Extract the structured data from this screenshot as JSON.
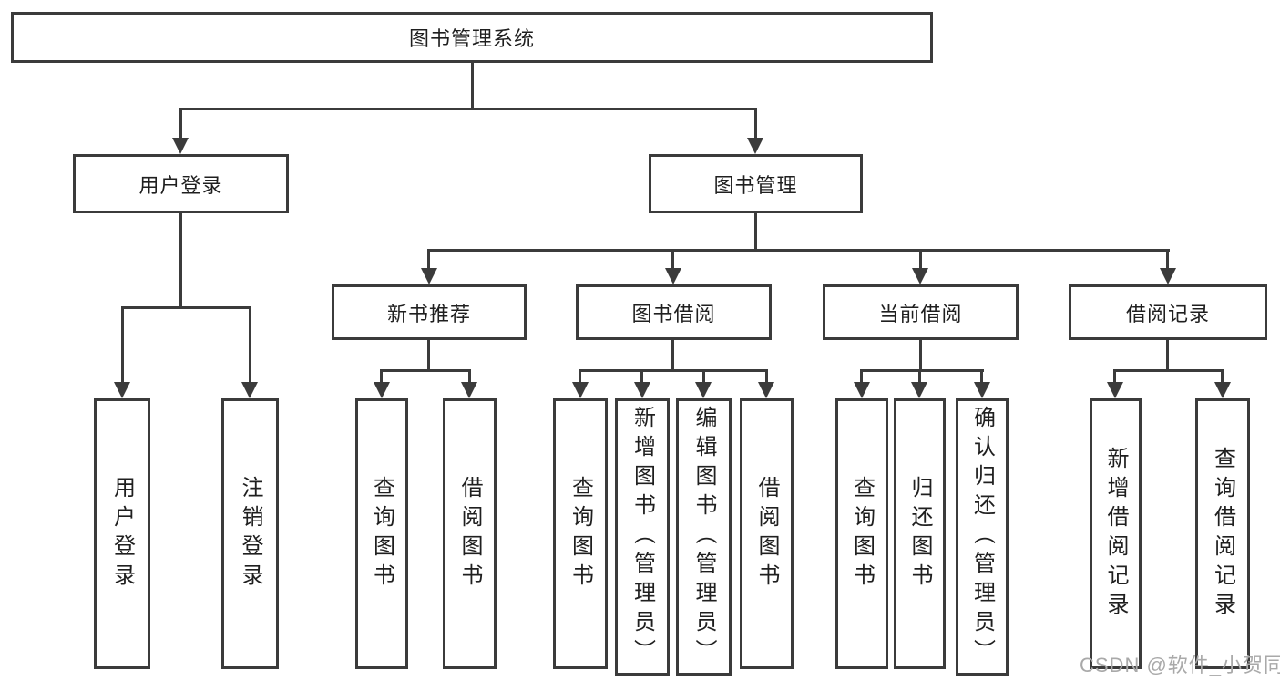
{
  "tree": {
    "root": {
      "label": "图书管理系统"
    },
    "branches": [
      {
        "label": "用户登录",
        "children": [
          {
            "label": "用户登录"
          },
          {
            "label": "注销登录"
          }
        ]
      },
      {
        "label": "图书管理",
        "children": [
          {
            "label": "新书推荐",
            "children": [
              {
                "label": "查询图书"
              },
              {
                "label": "借阅图书"
              }
            ]
          },
          {
            "label": "图书借阅",
            "children": [
              {
                "label": "查询图书"
              },
              {
                "label": "新增图书（管理员）"
              },
              {
                "label": "编辑图书（管理员）"
              },
              {
                "label": "借阅图书"
              }
            ]
          },
          {
            "label": "当前借阅",
            "children": [
              {
                "label": "查询图书"
              },
              {
                "label": "归还图书"
              },
              {
                "label": "确认归还（管理员）"
              }
            ]
          },
          {
            "label": "借阅记录",
            "children": [
              {
                "label": "新增借阅记录"
              },
              {
                "label": "查询借阅记录"
              }
            ]
          }
        ]
      }
    ]
  },
  "watermark": {
    "text": "CSDN @软件_小贺同学"
  },
  "colors": {
    "line": "#3b3b3b",
    "text": "#1f1f1f",
    "watermark": "#a9a9a9",
    "background": "#ffffff"
  }
}
